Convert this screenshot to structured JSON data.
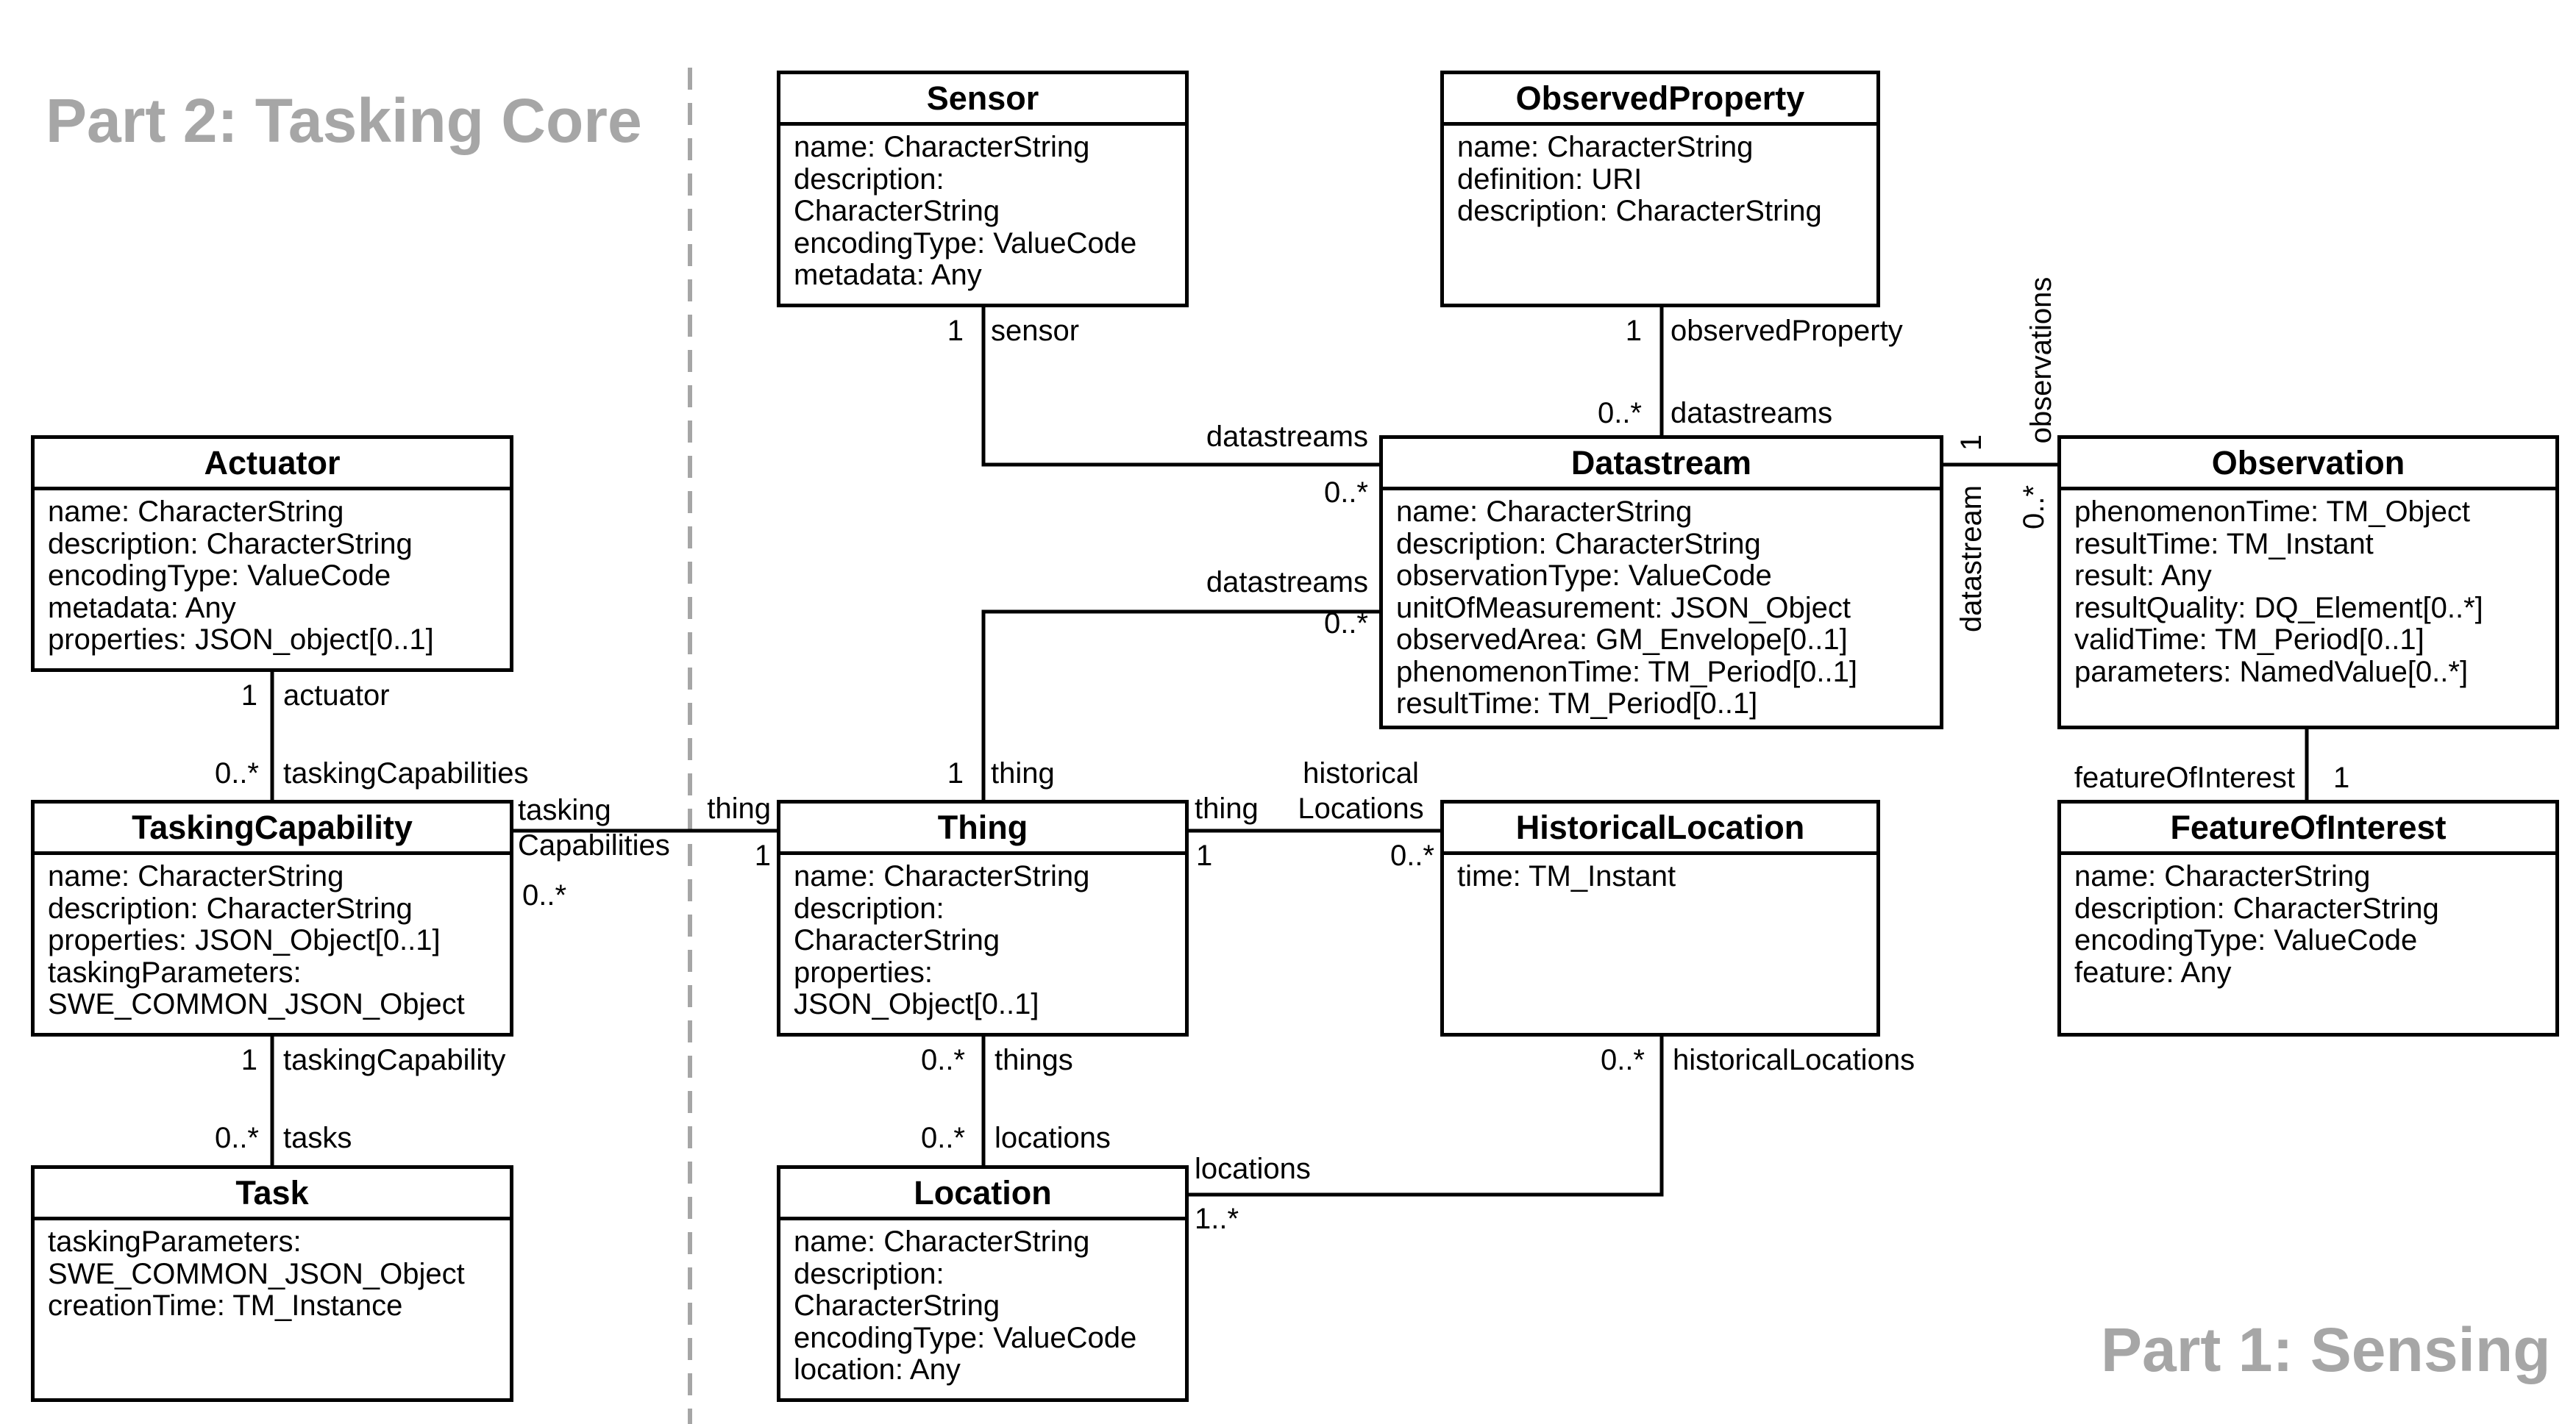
{
  "parts": {
    "tasking": "Part 2: Tasking Core",
    "sensing": "Part 1: Sensing"
  },
  "classes": {
    "sensor": {
      "name": "Sensor",
      "attributes": [
        "name: CharacterString",
        "description:",
        "CharacterString",
        "encodingType: ValueCode",
        "metadata: Any"
      ]
    },
    "observed_property": {
      "name": "ObservedProperty",
      "attributes": [
        "name: CharacterString",
        "definition: URI",
        "description: CharacterString"
      ]
    },
    "actuator": {
      "name": "Actuator",
      "attributes": [
        "name: CharacterString",
        "description: CharacterString",
        "encodingType: ValueCode",
        "metadata: Any",
        "properties: JSON_object[0..1]"
      ]
    },
    "datastream": {
      "name": "Datastream",
      "attributes": [
        "name: CharacterString",
        "description: CharacterString",
        "observationType: ValueCode",
        "unitOfMeasurement: JSON_Object",
        "observedArea: GM_Envelope[0..1]",
        "phenomenonTime: TM_Period[0..1]",
        "resultTime: TM_Period[0..1]"
      ]
    },
    "observation": {
      "name": "Observation",
      "attributes": [
        "phenomenonTime: TM_Object",
        "resultTime: TM_Instant",
        "result: Any",
        "resultQuality: DQ_Element[0..*]",
        "validTime: TM_Period[0..1]",
        "parameters: NamedValue[0..*]"
      ]
    },
    "tasking_capability": {
      "name": "TaskingCapability",
      "attributes": [
        "name: CharacterString",
        "description: CharacterString",
        "properties: JSON_Object[0..1]",
        "taskingParameters:",
        "SWE_COMMON_JSON_Object"
      ]
    },
    "thing": {
      "name": "Thing",
      "attributes": [
        "name: CharacterString",
        "description:",
        "CharacterString",
        "properties:",
        "JSON_Object[0..1]"
      ]
    },
    "historical_location": {
      "name": "HistoricalLocation",
      "attributes": [
        "time: TM_Instant"
      ]
    },
    "feature_of_interest": {
      "name": "FeatureOfInterest",
      "attributes": [
        "name: CharacterString",
        "description: CharacterString",
        "encodingType: ValueCode",
        "feature: Any"
      ]
    },
    "task": {
      "name": "Task",
      "attributes": [
        "taskingParameters:",
        "SWE_COMMON_JSON_Object",
        "creationTime: TM_Instance"
      ]
    },
    "location": {
      "name": "Location",
      "attributes": [
        "name: CharacterString",
        "description:",
        "CharacterString",
        "encodingType: ValueCode",
        "location: Any"
      ]
    }
  },
  "labels": {
    "sensor_mult": "1",
    "sensor_role": "sensor",
    "obsprop_mult": "1",
    "obsprop_role": "observedProperty",
    "ds_obsprop_mult": "0..*",
    "ds_obsprop_role": "datastreams",
    "ds_sensor_role": "datastreams",
    "ds_sensor_mult": "0..*",
    "ds_thing_role": "datastreams",
    "ds_thing_mult": "0..*",
    "ds_obs_mult": "1",
    "ds_obs_role": "datastream",
    "obs_ds_role": "observations",
    "obs_ds_mult": "0..*",
    "actuator_mult": "1",
    "actuator_role": "actuator",
    "tc_actuator_mult": "0..*",
    "tc_actuator_role": "taskingCapabilities",
    "tc_thing_role_1": "tasking",
    "tc_thing_role_2": "Capabilities",
    "tc_thing_mult": "0..*",
    "thing_tc_role": "thing",
    "thing_tc_mult": "1",
    "thing_ds_mult": "1",
    "thing_ds_role": "thing",
    "thing_hl_role": "thing",
    "thing_hl_mult": "1",
    "hl_thing_role_1": "historical",
    "hl_thing_role_2": "Locations",
    "hl_thing_mult": "0..*",
    "foi_role": "featureOfInterest",
    "foi_mult": "1",
    "tc_task_mult": "1",
    "tc_task_role": "taskingCapability",
    "task_tc_mult": "0..*",
    "task_tc_role": "tasks",
    "thing_loc_mult": "0..*",
    "thing_loc_role": "things",
    "loc_thing_mult": "0..*",
    "loc_thing_role": "locations",
    "hl_loc_mult": "0..*",
    "hl_loc_role": "historicalLocations",
    "loc_hl_role": "locations",
    "loc_hl_mult": "1..*"
  }
}
